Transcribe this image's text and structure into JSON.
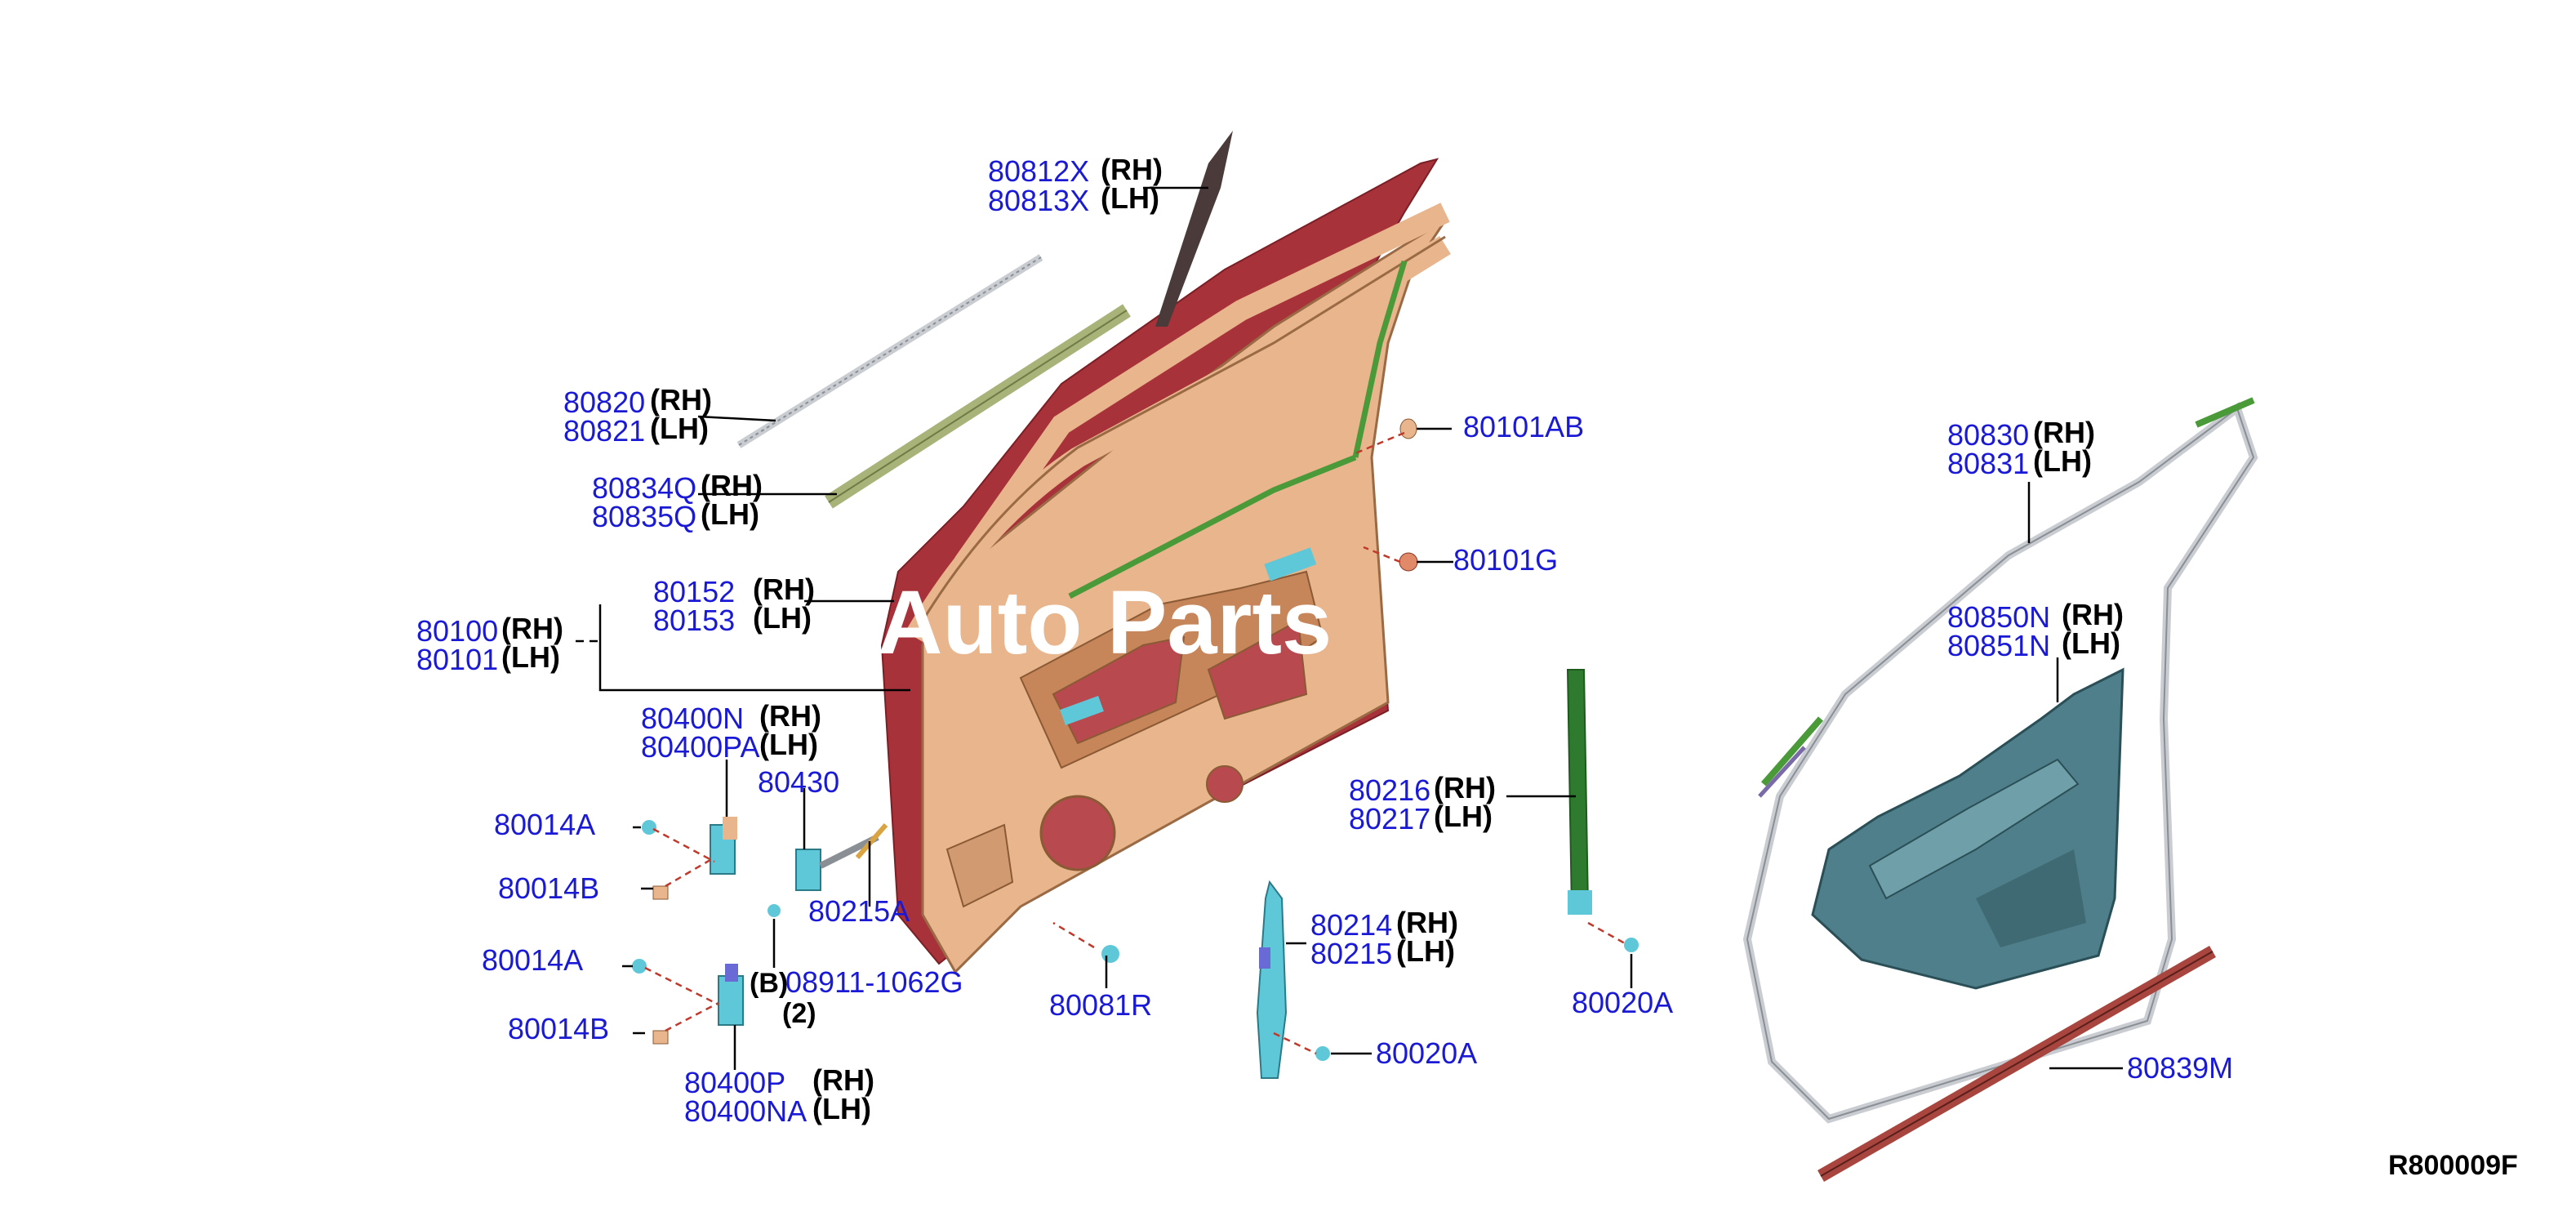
{
  "labels": {
    "p80812X": "80812X",
    "p80813X": "80813X",
    "p80820": "80820",
    "p80821": "80821",
    "p80834Q": "80834Q",
    "p80835Q": "80835Q",
    "p80152": "80152",
    "p80153": "80153",
    "p80100": "80100",
    "p80101": "80101",
    "p80400N": "80400N",
    "p80400PA": "80400PA",
    "p80430": "80430",
    "p80014A_1": "80014A",
    "p80014B_1": "80014B",
    "p80215A": "80215A",
    "p80014A_2": "80014A",
    "p80014B_2": "80014B",
    "p08911": "08911-1062G",
    "p80400P": "80400P",
    "p80400NA": "80400NA",
    "p80081R": "80081R",
    "p80101AB": "80101AB",
    "p80101G": "80101G",
    "p80216": "80216",
    "p80217": "80217",
    "p80214": "80214",
    "p80215": "80215",
    "p80020A_1": "80020A",
    "p80020A_2": "80020A",
    "p80830": "80830",
    "p80831": "80831",
    "p80850N": "80850N",
    "p80851N": "80851N",
    "p80839M": "80839M"
  },
  "sides": {
    "rh": "(RH)",
    "lh": "(LH)"
  },
  "refs": {
    "b": "(B)",
    "qty2": "(2)",
    "code": "R800009F"
  },
  "watermark": "Auto Parts",
  "colors": {
    "part_number": "#1a1ad6",
    "door_frame": "#e8b58c",
    "door_inner": "#a8323a",
    "trim_panel": "#4f7f8a",
    "weatherstrip": "#c9ccd1",
    "molding": "#a8453f",
    "green_seal": "#4a9a3a",
    "cyan_parts": "#5fc8d8",
    "dark_sash": "#4a3a3a"
  }
}
